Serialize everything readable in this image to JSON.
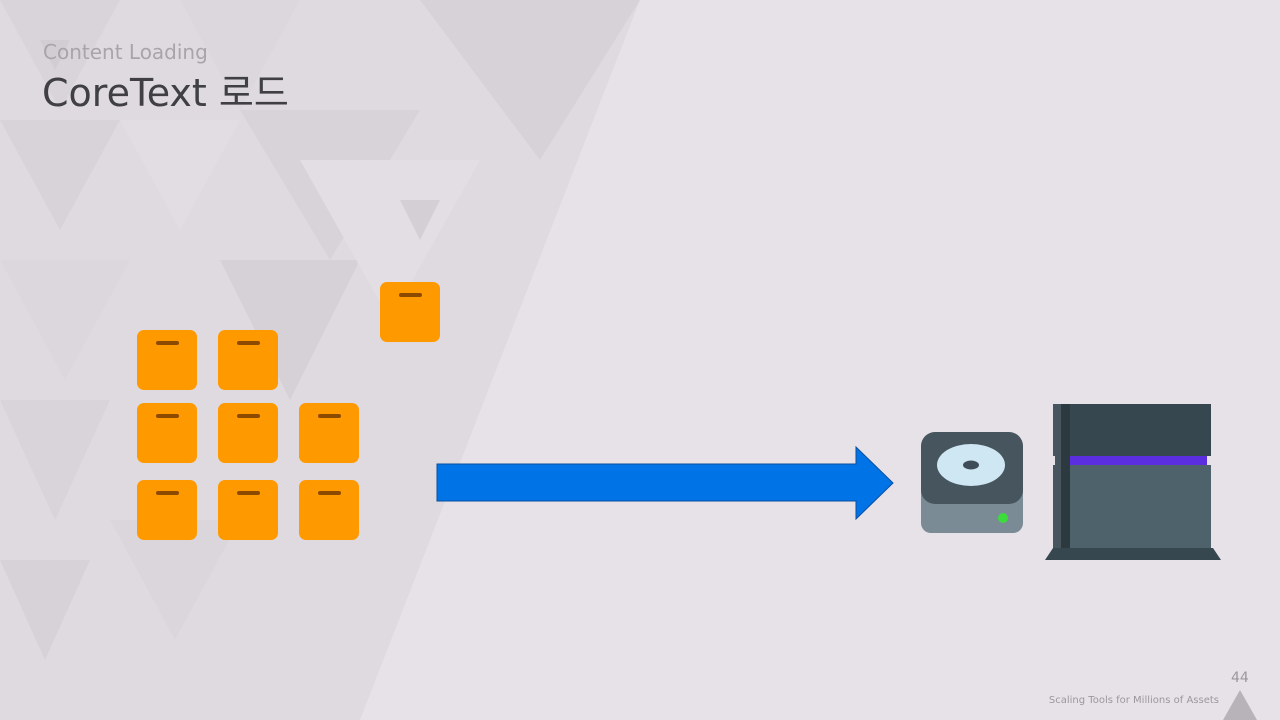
{
  "header": {
    "subtitle": "Content Loading",
    "title": "CoreText 로드"
  },
  "diagram": {
    "asset_boxes": 9,
    "loading_box": 1,
    "box_color": "#ff9900",
    "arrow_color": "#0073e6",
    "icons": [
      "content-box-icon",
      "hard-drive-icon",
      "game-console-icon"
    ]
  },
  "footer": {
    "presentation_name": "Scaling Tools for Millions of Assets",
    "page_number": "44"
  }
}
